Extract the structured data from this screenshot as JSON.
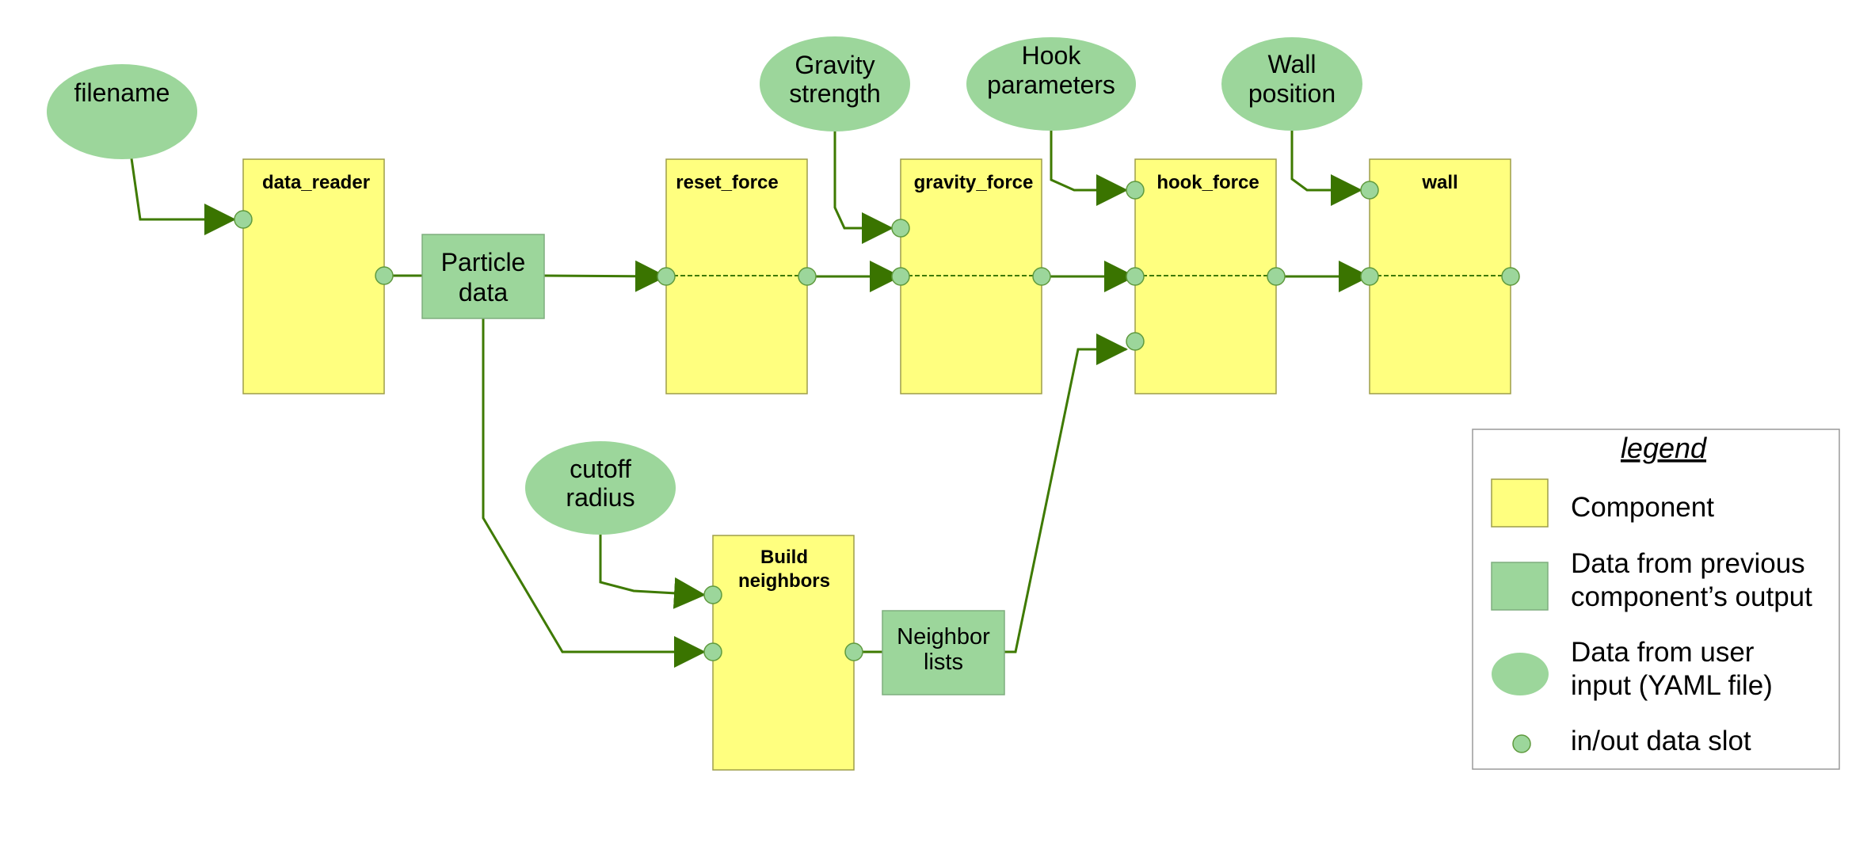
{
  "components": {
    "data_reader": "data_reader",
    "reset_force": "reset_force",
    "gravity_force": "gravity_force",
    "hook_force": "hook_force",
    "wall": "wall",
    "build_neighbors_line1": "Build",
    "build_neighbors_line2": "neighbors"
  },
  "user_inputs": {
    "filename": "filename",
    "gravity_line1": "Gravity",
    "gravity_line2": "strength",
    "hook_line1": "Hook",
    "hook_line2": "parameters",
    "wall_line1": "Wall",
    "wall_line2": "position",
    "cutoff_line1": "cutoff",
    "cutoff_line2": "radius"
  },
  "component_outputs": {
    "particle_line1": "Particle",
    "particle_line2": "data",
    "neighbor_line1": "Neighbor",
    "neighbor_line2": "lists"
  },
  "legend": {
    "title": "legend",
    "component": "Component",
    "prev_output_line1": "Data from previous",
    "prev_output_line2": "component’s output",
    "user_input_line1": "Data from user",
    "user_input_line2": "input (YAML file)",
    "slot": "in/out data slot"
  },
  "colors": {
    "component_fill": "#FFFF7F",
    "component_stroke": "#9E9E4A",
    "data_fill": "#9CD69B",
    "data_stroke": "#7FAE7E",
    "line": "#3E7A00",
    "arrow": "#3A7400"
  }
}
